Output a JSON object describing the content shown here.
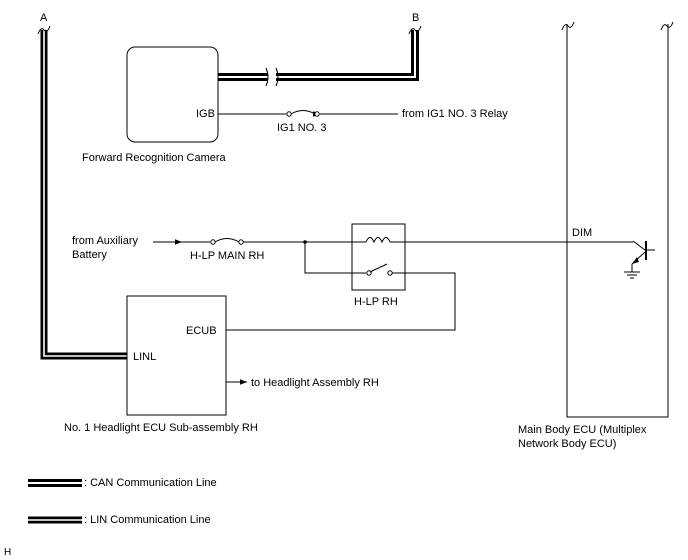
{
  "markers": {
    "a": "A",
    "b": "B"
  },
  "components": {
    "camera": {
      "name": "Forward Recognition Camera",
      "pin": "IGB"
    },
    "headlight_ecu": {
      "name": "No. 1 Headlight ECU Sub-assembly RH",
      "pin_ecub": "ECUB",
      "pin_linl": "LINL"
    },
    "main_body_ecu": {
      "name_line1": "Main Body ECU (Multiplex",
      "name_line2": "Network Body ECU)",
      "pin": "DIM"
    },
    "relay": {
      "name": "H-LP RH"
    },
    "fuse_ig1": {
      "name": "IG1 NO. 3"
    },
    "fuse_hlp": {
      "name": "H-LP MAIN RH"
    }
  },
  "sources": {
    "ig1_relay": "from IG1 NO. 3 Relay",
    "aux_battery_line1": "from Auxiliary",
    "aux_battery_line2": "Battery"
  },
  "outputs": {
    "headlight_assembly": "to Headlight Assembly RH"
  },
  "legend": {
    "can": ": CAN Communication Line",
    "lin": ": LIN Communication Line"
  },
  "footer": {
    "code": "H"
  }
}
